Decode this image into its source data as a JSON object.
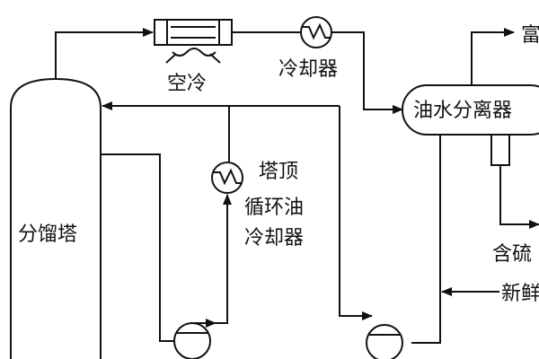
{
  "labels": {
    "air_cooler": "空冷",
    "cooler": "冷却器",
    "separator": "油水分离器",
    "column": "分馏塔",
    "top_reflux_cooler_1": "塔顶",
    "top_reflux_cooler_2": "循环油",
    "top_reflux_cooler_3": "冷却器",
    "right_top_out": "富",
    "right_mid_out": "含硫",
    "right_in": "新鲜"
  },
  "colors": {
    "line": "#111111",
    "background": "#ffffff"
  }
}
